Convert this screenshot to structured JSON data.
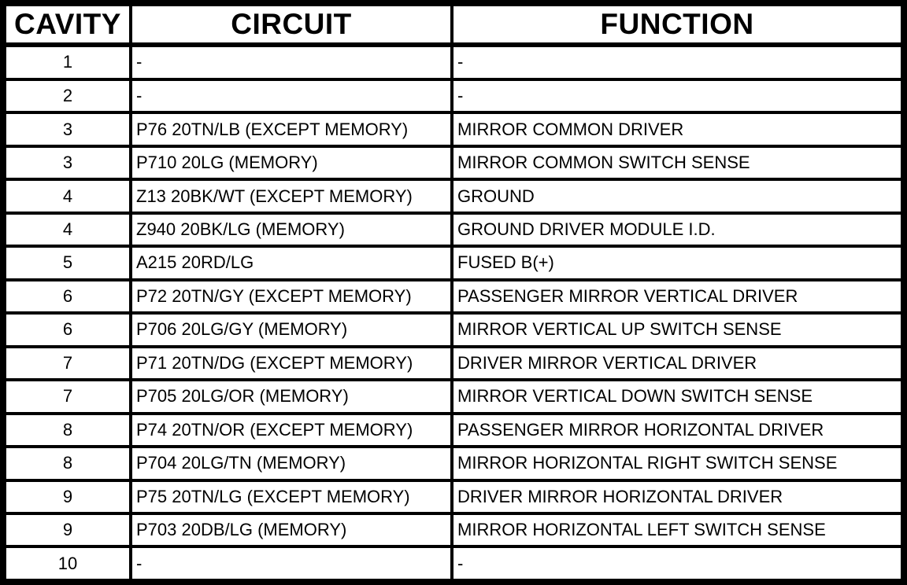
{
  "table": {
    "headers": {
      "cavity": "CAVITY",
      "circuit": "CIRCUIT",
      "function": "FUNCTION"
    },
    "rows": [
      {
        "cavity": "1",
        "circuit": "-",
        "function": "-"
      },
      {
        "cavity": "2",
        "circuit": "-",
        "function": "-"
      },
      {
        "cavity": "3",
        "circuit": "P76 20TN/LB (EXCEPT MEMORY)",
        "function": "MIRROR COMMON DRIVER"
      },
      {
        "cavity": "3",
        "circuit": "P710 20LG (MEMORY)",
        "function": "MIRROR COMMON SWITCH SENSE"
      },
      {
        "cavity": "4",
        "circuit": "Z13 20BK/WT (EXCEPT MEMORY)",
        "function": "GROUND"
      },
      {
        "cavity": "4",
        "circuit": "Z940 20BK/LG (MEMORY)",
        "function": "GROUND DRIVER MODULE I.D."
      },
      {
        "cavity": "5",
        "circuit": "A215 20RD/LG",
        "function": "FUSED B(+)"
      },
      {
        "cavity": "6",
        "circuit": "P72 20TN/GY (EXCEPT MEMORY)",
        "function": "PASSENGER MIRROR VERTICAL DRIVER"
      },
      {
        "cavity": "6",
        "circuit": "P706 20LG/GY (MEMORY)",
        "function": "MIRROR VERTICAL UP SWITCH SENSE"
      },
      {
        "cavity": "7",
        "circuit": "P71 20TN/DG (EXCEPT MEMORY)",
        "function": "DRIVER MIRROR VERTICAL DRIVER"
      },
      {
        "cavity": "7",
        "circuit": "P705 20LG/OR (MEMORY)",
        "function": "MIRROR VERTICAL DOWN SWITCH SENSE"
      },
      {
        "cavity": "8",
        "circuit": "P74 20TN/OR (EXCEPT MEMORY)",
        "function": "PASSENGER MIRROR HORIZONTAL DRIVER"
      },
      {
        "cavity": "8",
        "circuit": "P704 20LG/TN (MEMORY)",
        "function": "MIRROR HORIZONTAL RIGHT SWITCH SENSE"
      },
      {
        "cavity": "9",
        "circuit": "P75 20TN/LG (EXCEPT MEMORY)",
        "function": "DRIVER MIRROR HORIZONTAL DRIVER"
      },
      {
        "cavity": "9",
        "circuit": "P703 20DB/LG (MEMORY)",
        "function": "MIRROR HORIZONTAL LEFT SWITCH SENSE"
      },
      {
        "cavity": "10",
        "circuit": "-",
        "function": "-"
      }
    ],
    "colors": {
      "border": "#000000",
      "background": "#ffffff",
      "text": "#000000"
    }
  }
}
